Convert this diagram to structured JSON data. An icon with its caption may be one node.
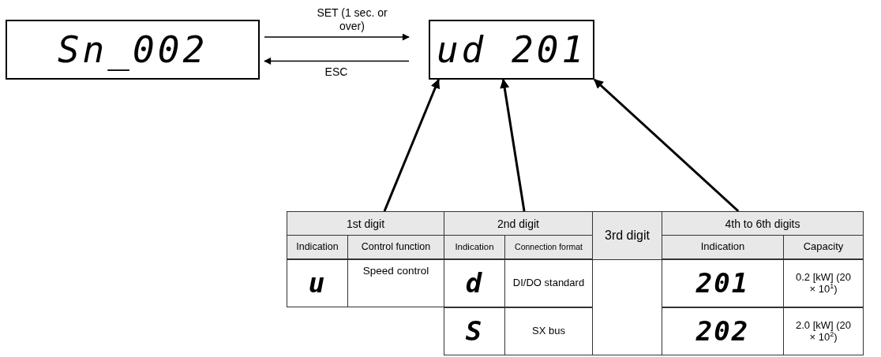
{
  "diagram": {
    "nodes": [
      {
        "text": [
          "Sn_002"
        ]
      },
      {
        "text": [
          "ud 201"
        ]
      },
      {
        "text": [
          "1st digit"
        ]
      },
      {
        "text": [
          "2nd digit"
        ]
      },
      {
        "text": [
          "4th to 6th digits"
        ]
      }
    ],
    "edges": [
      {
        "from": 0,
        "to": 1,
        "arrow": "to",
        "label": "SET (1 sec. or over)"
      },
      {
        "from": 1,
        "to": 0,
        "arrow": "to",
        "label": "ESC"
      },
      {
        "from": 2,
        "to": 1,
        "arrow": "to"
      },
      {
        "from": 3,
        "to": 1,
        "arrow": "to"
      },
      {
        "from": 4,
        "to": 1,
        "arrow": "to"
      }
    ],
    "labels": [
      "3rd digit",
      "Indication",
      "Control function",
      "Indication",
      "Connection format",
      "Indication",
      "Capacity",
      "u",
      "Speed control",
      "d",
      "DI/DO standard",
      "201",
      "0.2 [kW] (20 × 10$^{1}$)",
      "S",
      "SX bus",
      "202",
      "2.0 [kW] (20 × 10$^{2}$)"
    ]
  }
}
